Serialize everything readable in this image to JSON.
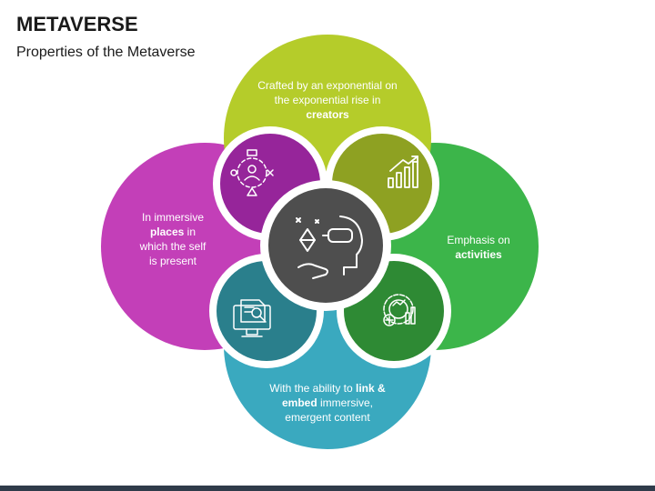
{
  "header": {
    "title": "METAVERSE",
    "subtitle": "Properties of the Metaverse"
  },
  "petals": {
    "top": {
      "pre": "Crafted by an exponential on the exponential rise in ",
      "bold": "creators",
      "post": ""
    },
    "right": {
      "pre": "Emphasis on ",
      "bold": "activities",
      "post": ""
    },
    "bottom": {
      "pre": "With the ability to ",
      "bold": "link & embed",
      "post": " immersive, emergent content"
    },
    "left": {
      "pre": "In immersive ",
      "bold": "places",
      "post": " in which the self is present"
    }
  },
  "colors": {
    "top": "#b5cc2a",
    "right": "#3cb54a",
    "bottom": "#3aa9bf",
    "left": "#c33fb8",
    "inner_top_left": "#96259a",
    "inner_top_right": "#8ea122",
    "inner_bottom_right": "#2e8a34",
    "inner_bottom_left": "#2a7f8c",
    "center": "#4e4e4e"
  },
  "icons": {
    "center": "vr-headset-user-icon",
    "top_left": "user-network-icon",
    "top_right": "growth-chart-icon",
    "bottom_right": "target-gear-analytics-icon",
    "bottom_left": "document-search-monitor-icon"
  }
}
